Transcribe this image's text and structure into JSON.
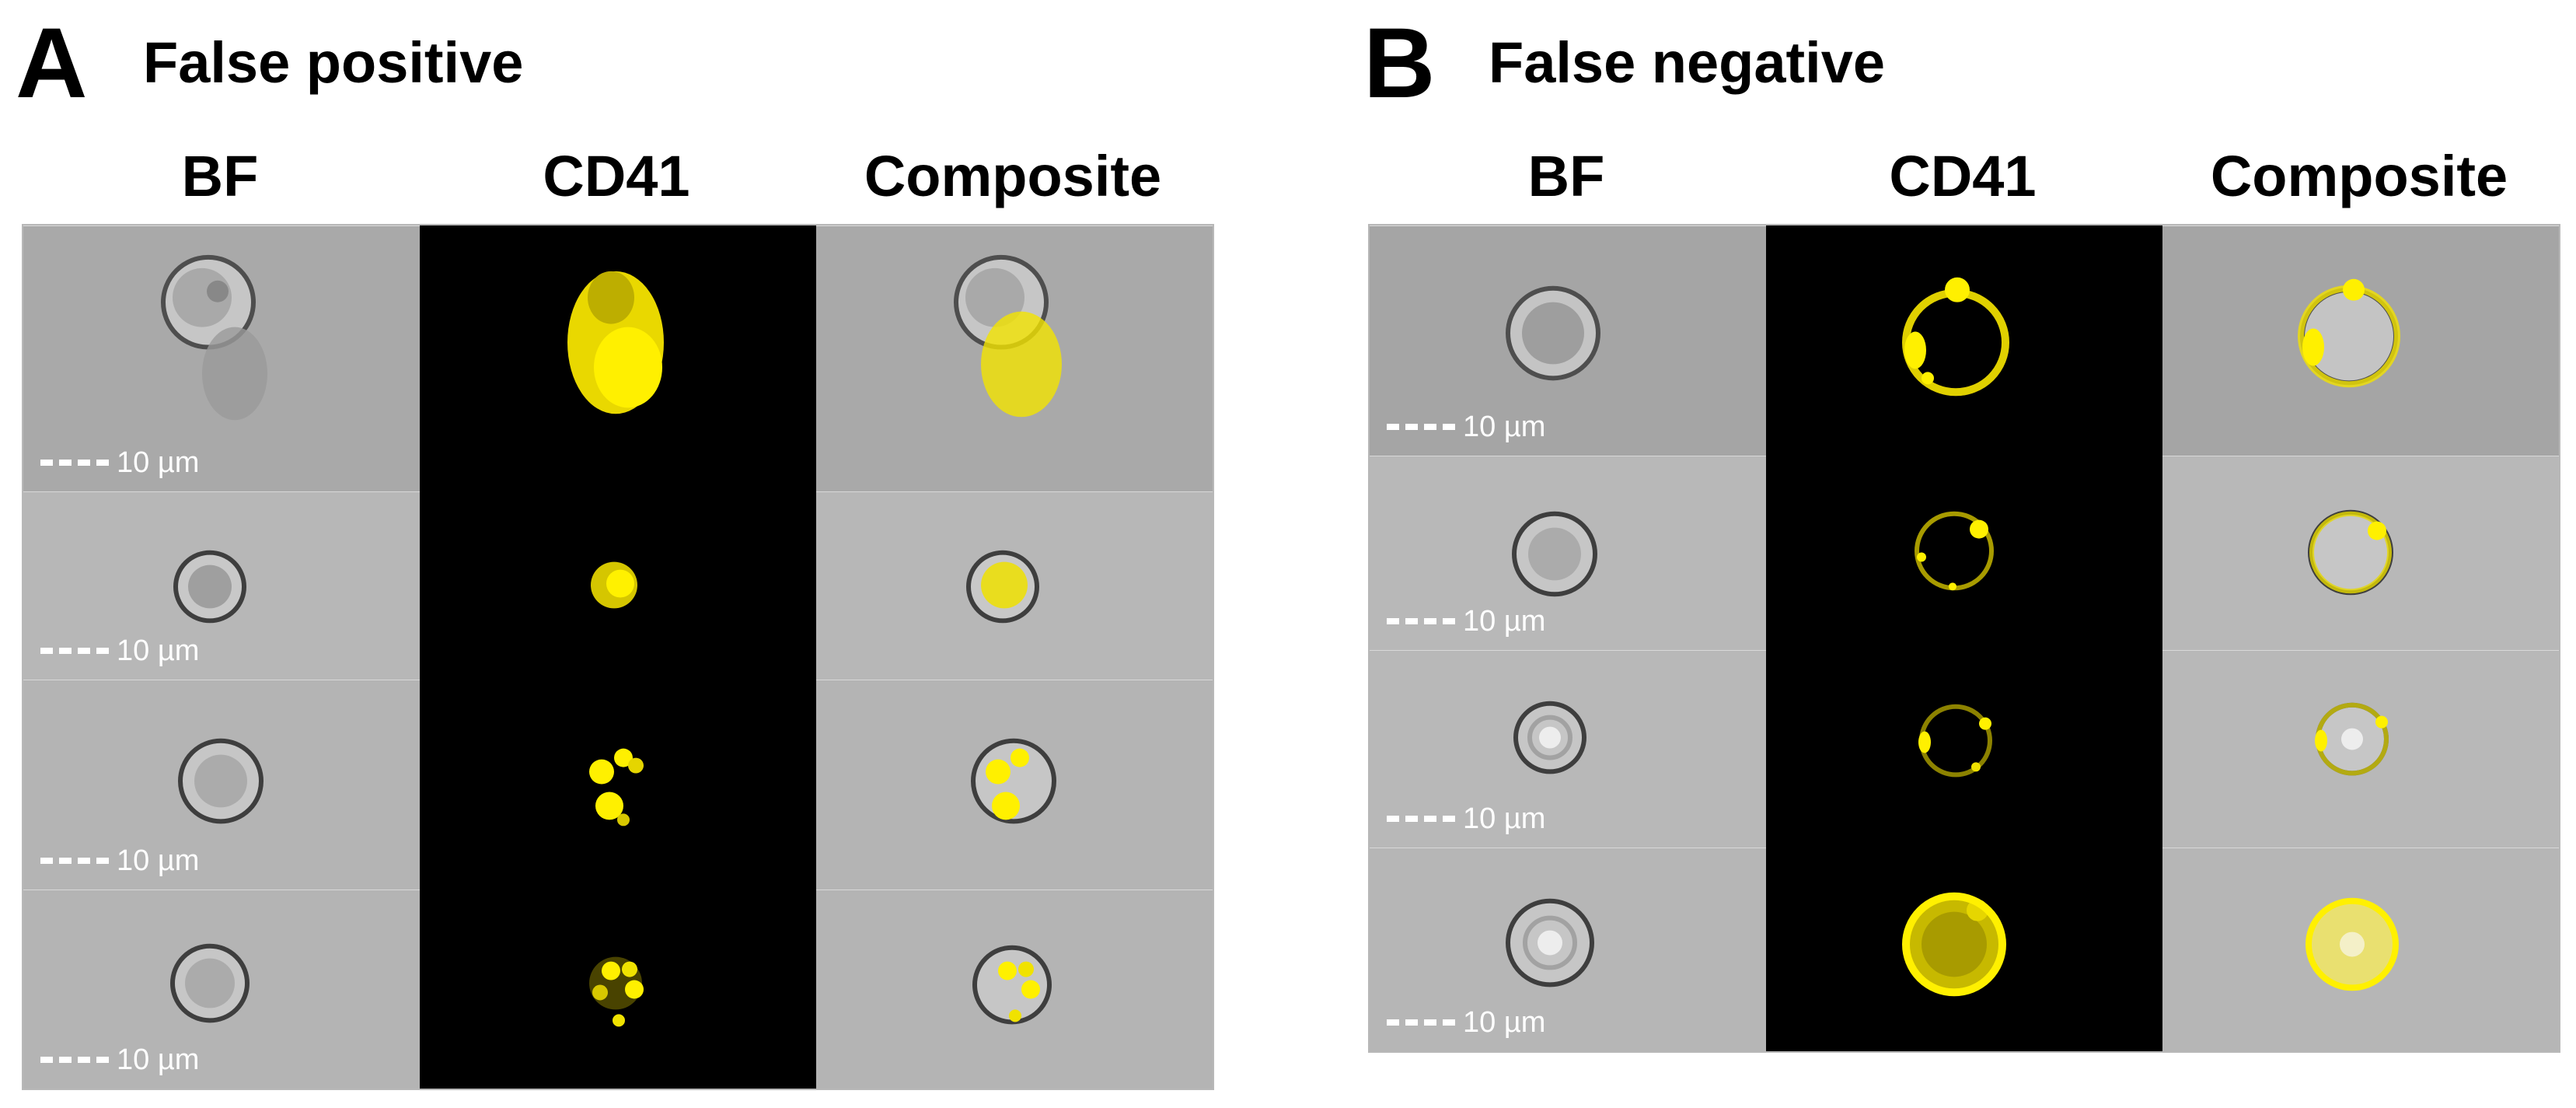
{
  "panels": [
    {
      "letter": "A",
      "title": "False positive",
      "columns": [
        "BF",
        "CD41",
        "Composite"
      ],
      "rows": [
        {
          "scale_label": "10 µm",
          "cell": "large cell with yellow blob below"
        },
        {
          "scale_label": "10 µm",
          "cell": "small cell with fluorescent core"
        },
        {
          "scale_label": "10 µm",
          "cell": "cell with multiple yellow granules"
        },
        {
          "scale_label": "10 µm",
          "cell": "cell with scattered yellow spots"
        }
      ]
    },
    {
      "letter": "B",
      "title": "False negative",
      "columns": [
        "BF",
        "CD41",
        "Composite"
      ],
      "rows": [
        {
          "scale_label": "10 µm",
          "cell": "cell with yellow membrane ring"
        },
        {
          "scale_label": "10 µm",
          "cell": "cell with faint ring"
        },
        {
          "scale_label": "10 µm",
          "cell": "cell with dim ring spots"
        },
        {
          "scale_label": "10 µm",
          "cell": "cell with bright uniform ring"
        }
      ]
    }
  ],
  "colors": {
    "fluorescence": "#ffee00",
    "background_bf": "#aeaeae",
    "background_cd41": "#000000"
  }
}
